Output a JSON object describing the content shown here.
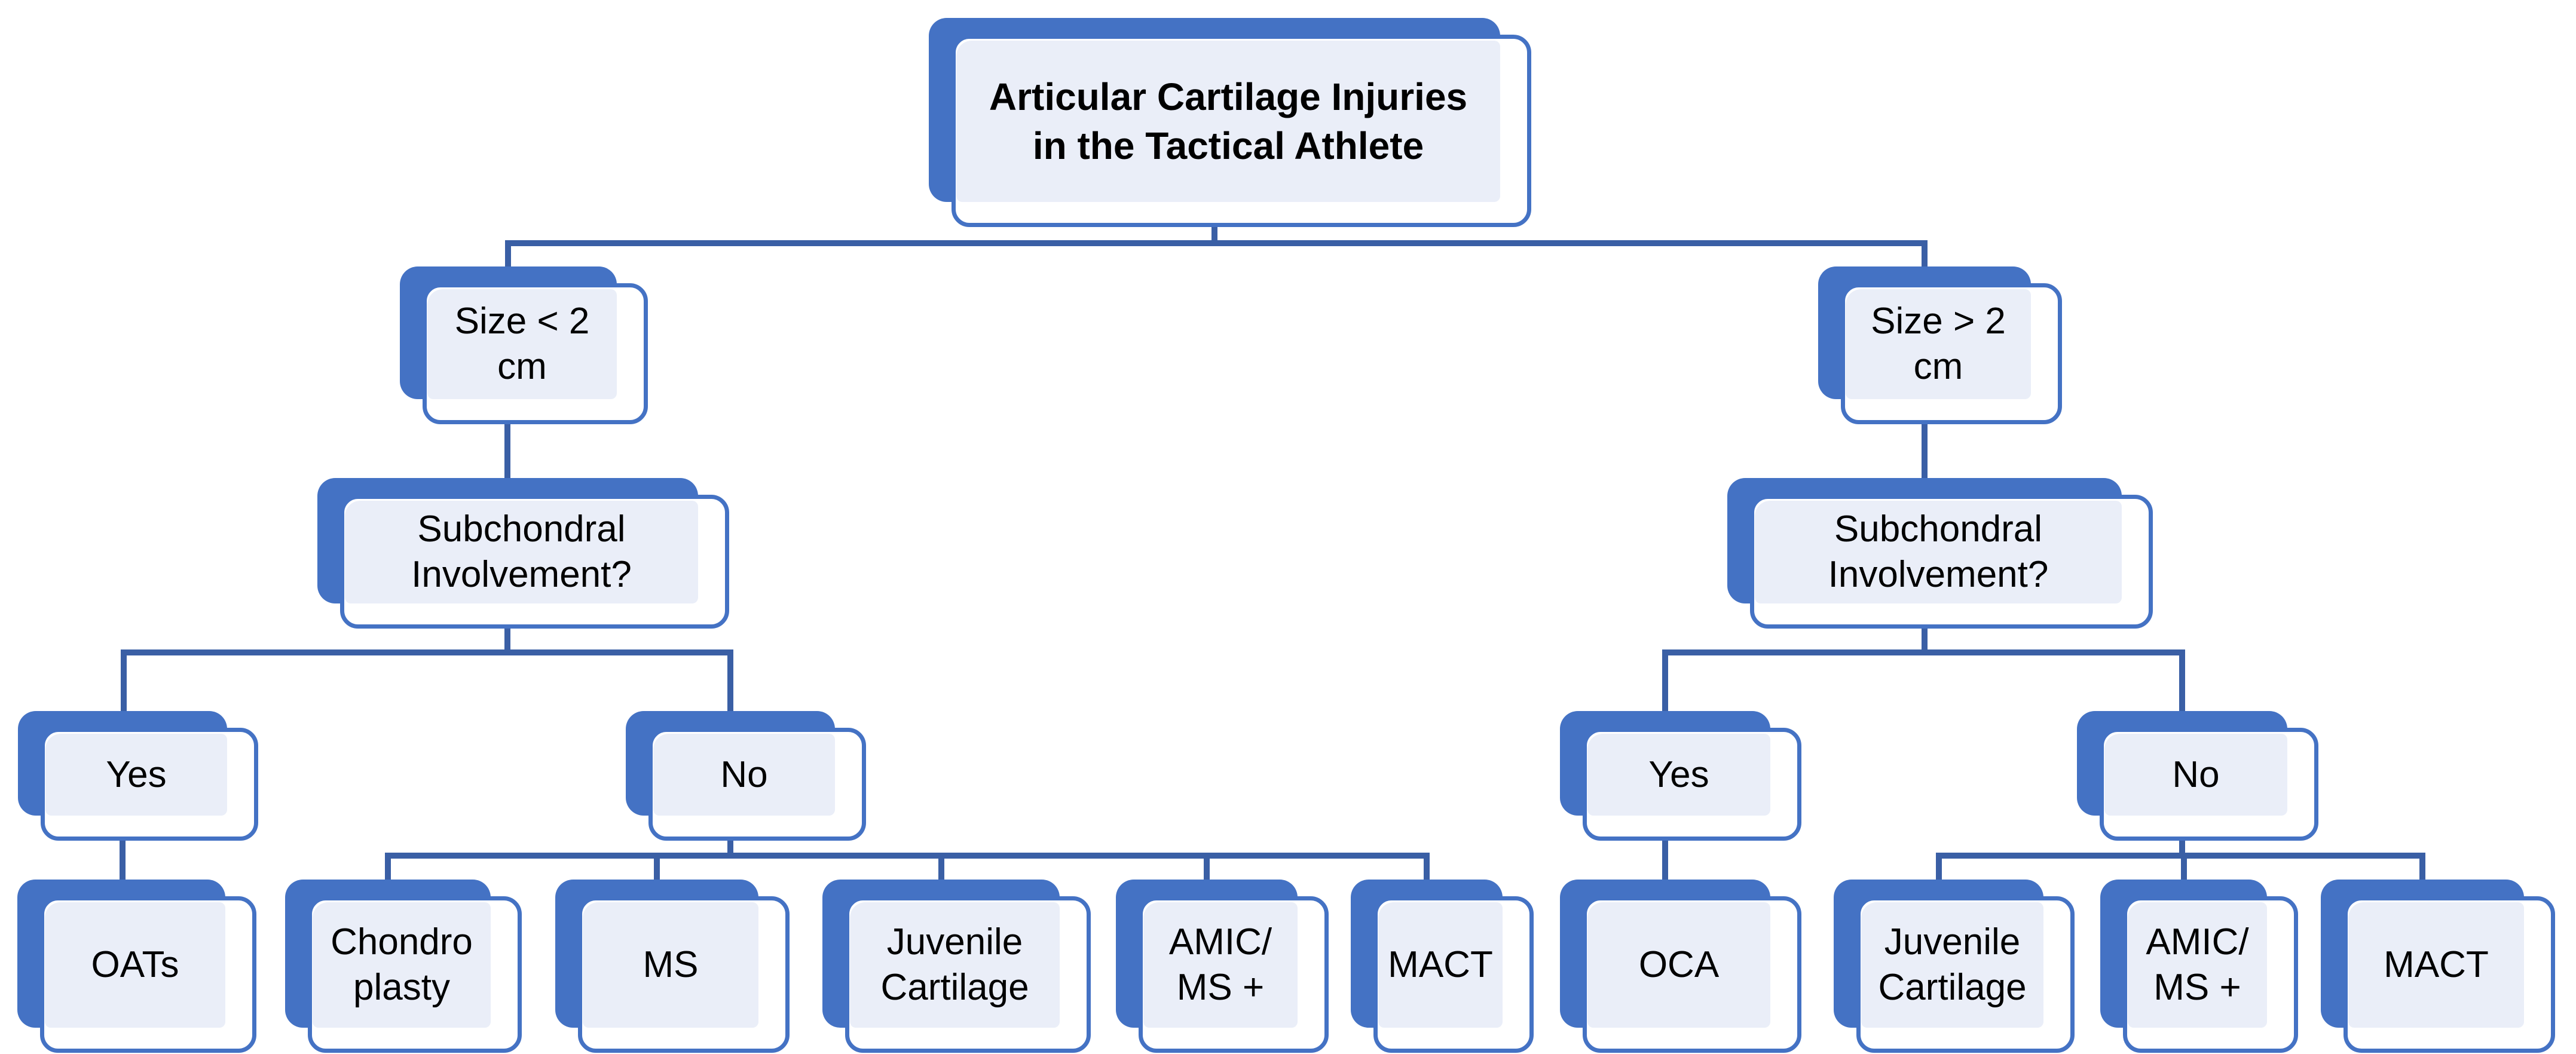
{
  "diagram_title": "Articular Cartilage Injuries in the Tactical Athlete",
  "colors": {
    "shape_blue": "#4472C4",
    "connector_blue": "#3A5FA5",
    "node_fill": "#EAEEF8",
    "text": "#000000",
    "background": "#ffffff"
  },
  "nodes": {
    "root": {
      "line1": "Articular Cartilage Injuries",
      "line2": "in the Tactical Athlete"
    },
    "size_lt2": {
      "line1": "Size < 2",
      "line2": "cm"
    },
    "size_gt2": {
      "line1": "Size > 2",
      "line2": "cm"
    },
    "sub_left": {
      "line1": "Subchondral",
      "line2": "Involvement?"
    },
    "sub_right": {
      "line1": "Subchondral",
      "line2": "Involvement?"
    },
    "yes_left": {
      "line1": "Yes"
    },
    "no_left": {
      "line1": "No"
    },
    "yes_right": {
      "line1": "Yes"
    },
    "no_right": {
      "line1": "No"
    },
    "oats": {
      "line1": "OATs"
    },
    "chondroplasty": {
      "line1": "Chondro",
      "line2": "plasty"
    },
    "ms": {
      "line1": "MS"
    },
    "juvenile_left": {
      "line1": "Juvenile",
      "line2": "Cartilage"
    },
    "amic_left": {
      "line1": "AMIC/",
      "line2": "MS +"
    },
    "mact_left": {
      "line1": "MACT"
    },
    "oca": {
      "line1": "OCA"
    },
    "juvenile_right": {
      "line1": "Juvenile",
      "line2": "Cartilage"
    },
    "amic_right": {
      "line1": "AMIC/",
      "line2": "MS +"
    },
    "mact_right": {
      "line1": "MACT"
    }
  },
  "tree": {
    "root": "Articular Cartilage Injuries in the Tactical Athlete",
    "branches": [
      {
        "condition": "Size < 2 cm",
        "question": "Subchondral Involvement?",
        "yes": [
          "OATs"
        ],
        "no": [
          "Chondro plasty",
          "MS",
          "Juvenile Cartilage",
          "AMIC/ MS +",
          "MACT"
        ]
      },
      {
        "condition": "Size > 2 cm",
        "question": "Subchondral Involvement?",
        "yes": [
          "OCA"
        ],
        "no": [
          "Juvenile Cartilage",
          "AMIC/ MS +",
          "MACT"
        ]
      }
    ]
  }
}
